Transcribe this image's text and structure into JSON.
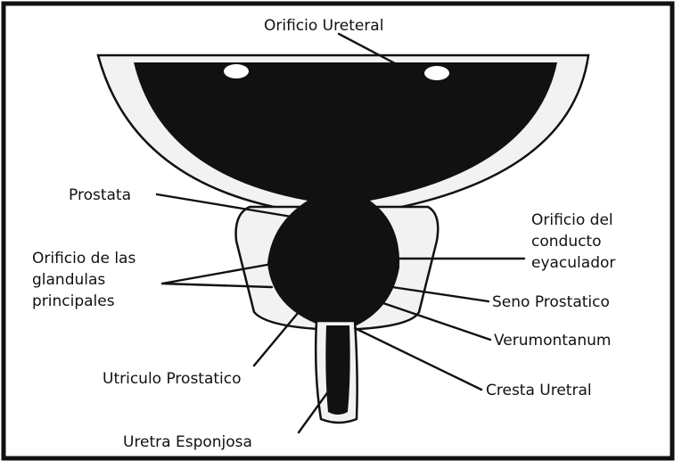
{
  "labels": {
    "orificio_ureteral": "Orificio Ureteral",
    "prostata": "Prostata",
    "orificio_conducto": [
      "Orificio del",
      "conducto",
      "eyaculador"
    ],
    "orificio_glandulas": [
      "Orificio de las",
      "glandulas",
      "principales"
    ],
    "seno_prostatico": "Seno Prostatico",
    "verumontanum": "Verumontanum",
    "utriculo_prostatico": "Utriculo Prostatico",
    "cresta_uretral": "Cresta Uretral",
    "uretra_esponjosa": "Uretra Esponjosa"
  },
  "colors": {
    "ink": "#111111",
    "tissue": "#f2f2f2",
    "background": "#ffffff"
  }
}
